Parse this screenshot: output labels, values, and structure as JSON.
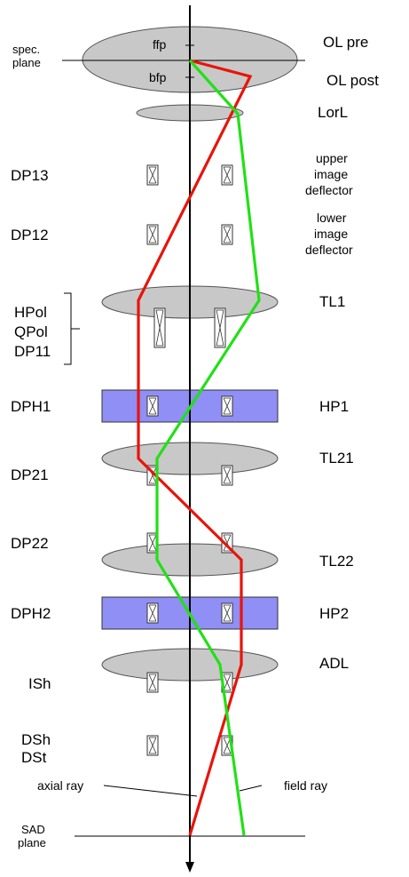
{
  "labels": {
    "spec_plane": [
      "spec.",
      "plane"
    ],
    "ffp": "ffp",
    "bfp": "bfp",
    "ol_pre": "OL pre",
    "ol_post": "OL post",
    "lorl": "LorL",
    "dp13": "DP13",
    "upper_deflector": [
      "upper",
      "image",
      "deflector"
    ],
    "dp12": "DP12",
    "lower_deflector": [
      "lower",
      "image",
      "deflector"
    ],
    "hpol": "HPol",
    "qpol": "QPol",
    "dp11": "DP11",
    "tl1": "TL1",
    "dph1": "DPH1",
    "hp1": "HP1",
    "dp21": "DP21",
    "tl21": "TL21",
    "dp22": "DP22",
    "tl22": "TL22",
    "dph2": "DPH2",
    "hp2": "HP2",
    "ish": "ISh",
    "adl": "ADL",
    "dsh": "DSh",
    "dst": "DSt",
    "axial_ray": "axial ray",
    "field_ray": "field ray",
    "sad_plane": [
      "SAD",
      "plane"
    ]
  },
  "colors": {
    "axial_ray": "#e8140a",
    "field_ray": "#22e016",
    "lens": "#c8c8c8",
    "phase_plate": "#8f8ff5"
  }
}
